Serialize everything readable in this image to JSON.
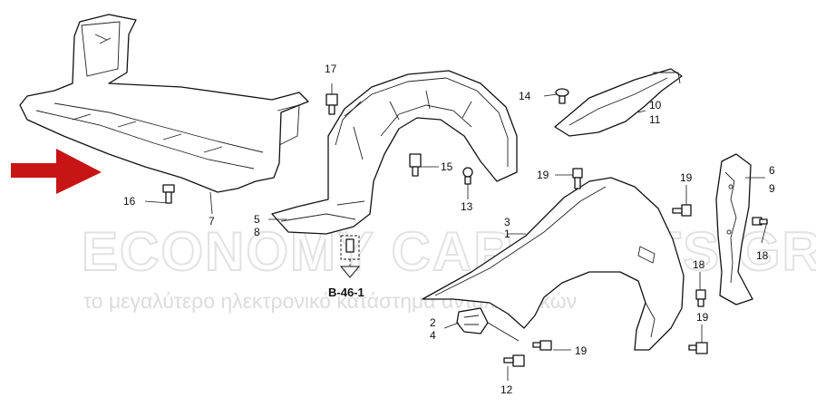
{
  "watermark": {
    "brand": "ECONOMY CAR PARTS.GR",
    "slogan": "το μεγαλύτερο ηλεκτρονικό κατάστημα ανταλλακτικών"
  },
  "reference": {
    "label": "B-46-1"
  },
  "callouts": {
    "c1": "1",
    "c2": "2",
    "c3": "3",
    "c4": "4",
    "c5": "5",
    "c6": "6",
    "c7": "7",
    "c8": "8",
    "c9": "9",
    "c10": "10",
    "c11": "11",
    "c12": "12",
    "c13": "13",
    "c14": "14",
    "c15": "15",
    "c16": "16",
    "c17": "17",
    "c18a": "18",
    "c18b": "18",
    "c19a": "19",
    "c19b": "19",
    "c19c": "19",
    "c19d": "19"
  },
  "colors": {
    "arrow": "#c81414",
    "line": "#111111",
    "watermark": "#e2e2e2"
  }
}
